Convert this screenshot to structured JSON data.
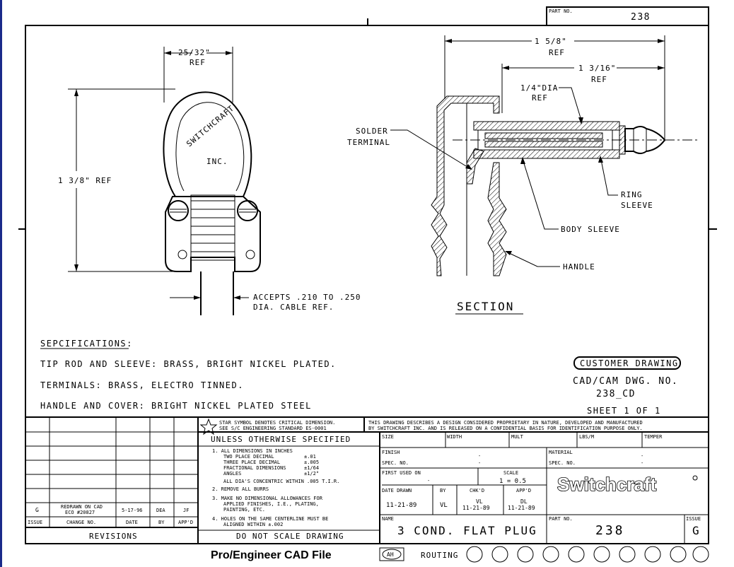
{
  "part_box": {
    "label": "PART NO.",
    "value": "238"
  },
  "dims": {
    "width_top": "25/32\"",
    "width_top_ref": "REF",
    "height_left": "1 3/8\" REF",
    "overall": "1 5/8\"",
    "overall_ref": "REF",
    "inner": "1 3/16\"",
    "inner_ref": "REF",
    "dia": "1/4\"DIA",
    "dia_ref": "REF"
  },
  "plug_face": {
    "brand": "SWITCHCRAFT",
    "inc": "INC."
  },
  "callouts": {
    "solder": "SOLDER",
    "terminal": "TERMINAL",
    "ring": "RING",
    "sleeve": "SLEEVE",
    "body_sleeve": "BODY SLEEVE",
    "handle": "HANDLE",
    "cable_1": "ACCEPTS .210 TO .250",
    "cable_2": "DIA. CABLE REF.",
    "section": "SECTION"
  },
  "specs": {
    "heading": "SEPCIFICATIONS:",
    "line1": "TIP ROD AND SLEEVE: BRASS, BRIGHT NICKEL PLATED.",
    "line2": "TERMINALS: BRASS, ELECTRO TINNED.",
    "line3": "HANDLE AND COVER: BRIGHT NICKEL PLATED STEEL"
  },
  "customer": {
    "badge": "CUSTOMER DRAWING",
    "cad_label": "CAD/CAM DWG. NO.",
    "cad_no": "238_CD",
    "sheet": "SHEET 1 OF 1"
  },
  "revisions": {
    "row_issue": "G",
    "row_change_1": "REDRAWN ON CAD",
    "row_change_2": "ECO #20827",
    "row_date": "5-17-96",
    "row_by": "DEA",
    "row_appd": "JF",
    "h_issue": "ISSUE",
    "h_change": "CHANGE NO.",
    "h_date": "DATE",
    "h_by": "BY",
    "h_appd": "APP'D",
    "title": "REVISIONS"
  },
  "notes": {
    "star_1": "STAR SYMBOL DENOTES CRITICAL DIMENSION.",
    "star_2": "SEE S/C ENGINEERING STANDARD ES-0001",
    "unless": "UNLESS OTHERWISE SPECIFIED",
    "n1": "1. ALL DIMENSIONS IN INCHES",
    "n1a": "TWO PLACE DECIMAL",
    "n1a_v": "±.01",
    "n1b": "THREE PLACE DECIMAL",
    "n1b_v": "±.005",
    "n1c": "FRACTIONAL DIMENSIONS",
    "n1c_v": "±1/64",
    "n1d": "ANGLES",
    "n1d_v": "±1/2°",
    "n1e": "ALL DIA'S CONCENTRIC WITHIN .005 T.I.R.",
    "n2": "2. REMOVE ALL BURRS",
    "n3a": "3. MAKE NO DIMENSIONAL ALLOWANCES FOR",
    "n3b": "APPLIED FINISHES, I.E., PLATING,",
    "n3c": "PAINTING, ETC.",
    "n4a": "4. HOLES ON THE SAME CENTERLINE MUST BE",
    "n4b": "ALIGNED WITHIN ±.002",
    "noscale": "DO NOT SCALE DRAWING"
  },
  "title_block": {
    "prop_1": "THIS DRAWING DESCRIBES A DESIGN CONSIDERED PROPRIETARY IN NATURE, DEVELOPED AND MANUFACTURED",
    "prop_2": "BY SWITCHCRAFT INC. AND IS RELEASED ON A CONFIDENTIAL BASIS FOR IDENTIFICATION PURPOSE ONLY.",
    "size": "SIZE",
    "width": "WIDTH",
    "mult": "MULT",
    "lbs": "LBS/M",
    "temper": "TEMPER",
    "finish": "FINISH",
    "spec_no": "SPEC. NO.",
    "material": "MATERIAL",
    "first_used": "FIRST USED ON",
    "scale": "SCALE",
    "scale_v": "1 = 0.5",
    "dash": "-",
    "date_drawn": "DATE DRAWN",
    "date_drawn_v": "11-21-89",
    "by": "BY",
    "by_v": "VL",
    "chkd": "CHK'D",
    "chkd_v1": "VL",
    "chkd_v2": "11-21-89",
    "appd": "APP'D",
    "appd_v1": "DL",
    "appd_v2": "11-21-89",
    "name": "NAME",
    "name_v": "3 COND. FLAT PLUG",
    "part_no": "PART NO.",
    "part_no_v": "238",
    "issue": "ISSUE",
    "issue_v": "G",
    "logo": "Switchcraft"
  },
  "footer": {
    "cad_file": "Pro/Engineer CAD File",
    "stamp": "AH",
    "routing": "ROUTING"
  }
}
